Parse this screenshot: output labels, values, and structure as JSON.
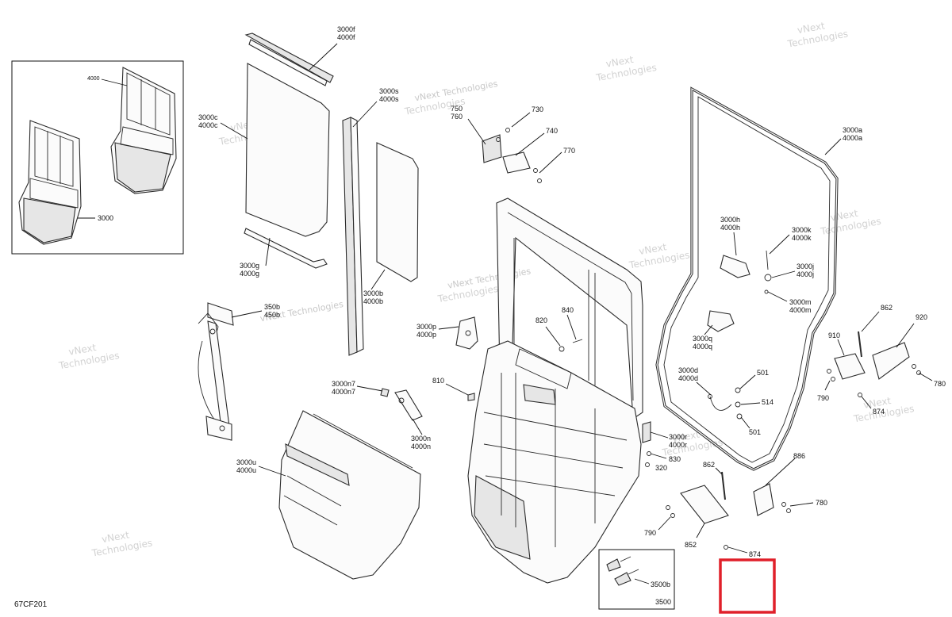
{
  "diagram_code": "67CF201",
  "watermark_lines": [
    "vNext Technologies",
    "vNext",
    "Technologies"
  ],
  "labels": {
    "l3000f": "3000f",
    "l4000f": "4000f",
    "l3000c": "3000c",
    "l4000c": "4000c",
    "l3000s": "3000s",
    "l4000s": "4000s",
    "l3000g": "3000g",
    "l4000g": "4000g",
    "l3000b": "3000b",
    "l4000b": "4000b",
    "l350b": "350b",
    "l450b": "450b",
    "l3000n7": "3000n7",
    "l4000n7": "4000n7",
    "l3000n": "3000n",
    "l4000n": "4000n",
    "l3000u": "3000u",
    "l4000u": "4000u",
    "l750": "750",
    "l760": "760",
    "l730": "730",
    "l740": "740",
    "l770": "770",
    "l3000p": "3000p",
    "l4000p": "4000p",
    "l820": "820",
    "l840": "840",
    "l810": "810",
    "l3000r": "3000r",
    "l4000r": "4000r",
    "l830": "830",
    "l320": "320",
    "l3000a": "3000a",
    "l4000a": "4000a",
    "l3000h": "3000h",
    "l4000h": "4000h",
    "l3000k": "3000k",
    "l4000k": "4000k",
    "l3000j": "3000j",
    "l4000j": "4000j",
    "l3000m": "3000m",
    "l4000m": "4000m",
    "l3000q": "3000q",
    "l4000q": "4000q",
    "l3000d": "3000d",
    "l4000d": "4000d",
    "l501a": "501",
    "l514": "514",
    "l501b": "501",
    "l862a": "862",
    "l920": "920",
    "l910": "910",
    "l790a": "790",
    "l874a": "874",
    "l780a": "780",
    "l886": "886",
    "l862b": "862",
    "l780b": "780",
    "l790b": "790",
    "l852": "852",
    "l874b": "874",
    "l3500b": "3500b",
    "l3500": "3500",
    "inset_4000": "4000",
    "inset_3000": "3000"
  },
  "colors": {
    "highlight_box": "#e0202a",
    "line": "#2a2a2a",
    "watermark": "#c8c8c8"
  }
}
